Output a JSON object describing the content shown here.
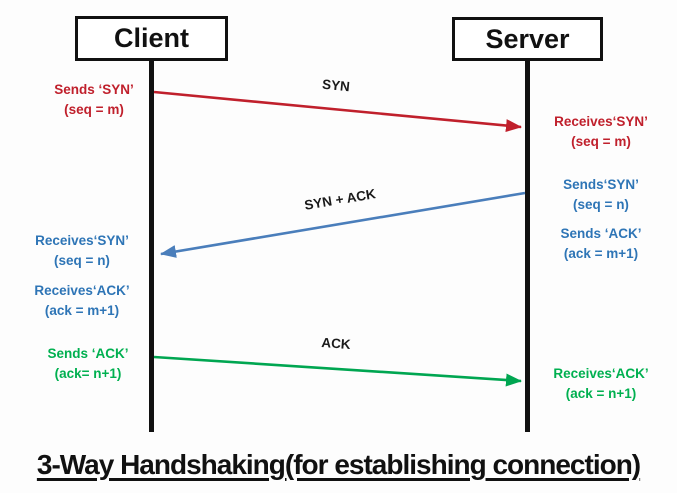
{
  "title": "3-Way Handshaking(for establishing connection)",
  "actors": {
    "client": "Client",
    "server": "Server"
  },
  "arrows": {
    "syn": {
      "label": "SYN",
      "color": "#c0202c",
      "from": "client",
      "to": "server"
    },
    "syn_ack": {
      "label": "SYN + ACK",
      "color": "#4a7ebb",
      "from": "server",
      "to": "client"
    },
    "ack": {
      "label": "ACK",
      "color": "#00a651",
      "from": "client",
      "to": "server"
    }
  },
  "notes": {
    "client": {
      "sends_syn": {
        "l1": "Sends ‘SYN’",
        "l2": "(seq = m)"
      },
      "receives_syn": {
        "l1": "Receives‘SYN’",
        "l2": "(seq = n)"
      },
      "receives_ack": {
        "l1": "Receives‘ACK’",
        "l2": "(ack = m+1)"
      },
      "sends_ack": {
        "l1": "Sends ‘ACK’",
        "l2": "(ack= n+1)"
      }
    },
    "server": {
      "receives_syn": {
        "l1": "Receives‘SYN’",
        "l2": "(seq = m)"
      },
      "sends_syn": {
        "l1": "Sends‘SYN’",
        "l2": "(seq = n)"
      },
      "sends_ack": {
        "l1": "Sends ‘ACK’",
        "l2": "(ack = m+1)"
      },
      "receives_ack": {
        "l1": "Receives‘ACK’",
        "l2": "(ack = n+1)"
      }
    }
  },
  "colors": {
    "red_text": "#c0202c",
    "blue_text": "#2e75b6",
    "green_text": "#00b050",
    "black": "#111111"
  }
}
